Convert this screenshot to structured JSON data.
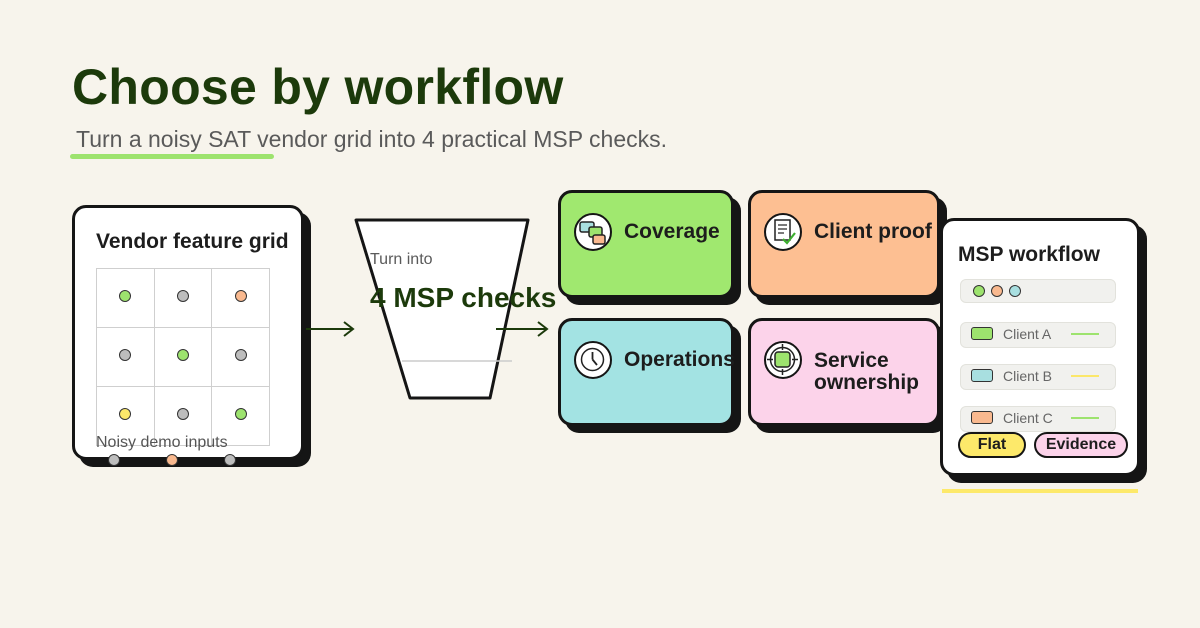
{
  "header": {
    "title": "Choose by workflow",
    "subtitle": "Turn a noisy SAT vendor grid into 4 practical MSP checks."
  },
  "vendor_grid": {
    "title": "Vendor feature grid",
    "footer_label": "Noisy demo inputs",
    "cells": [
      "green",
      "gray",
      "orange",
      "gray",
      "green",
      "gray",
      "yellow",
      "gray",
      "green"
    ],
    "footer_dots": [
      "gray",
      "orange",
      "gray"
    ]
  },
  "funnel": {
    "small_text": "Turn into",
    "big_text": "4 MSP checks"
  },
  "checks": [
    {
      "label": "Coverage",
      "color": "#a0e86f",
      "icon": "overlapping-windows-icon"
    },
    {
      "label": "Client proof",
      "color": "#fdbf92",
      "icon": "document-check-icon"
    },
    {
      "label": "Operations",
      "color": "#a3e3e3",
      "icon": "clock-icon"
    },
    {
      "label_line1": "Service",
      "label_line2": "ownership",
      "color": "#fcd3ea",
      "icon": "target-icon"
    }
  ],
  "workflow": {
    "title": "MSP workflow",
    "header_dots": [
      "green",
      "orange",
      "teal"
    ],
    "clients": [
      {
        "label": "Client A",
        "swatch": "green",
        "line": "green"
      },
      {
        "label": "Client B",
        "swatch": "teal",
        "line": "yellow"
      },
      {
        "label": "Client C",
        "swatch": "orange",
        "line": "green"
      }
    ],
    "pills": [
      {
        "label": "Flat",
        "color": "#fde96a"
      },
      {
        "label": "Evidence",
        "color": "#fcd3ea"
      }
    ]
  },
  "colors": {
    "green": "#9de36e",
    "gray": "#bdbdbd",
    "orange": "#f9b98f",
    "yellow": "#fbe76a",
    "teal": "#a8dfe0",
    "title": "#1c3a0b",
    "underline_yellow": "#fde96a"
  }
}
